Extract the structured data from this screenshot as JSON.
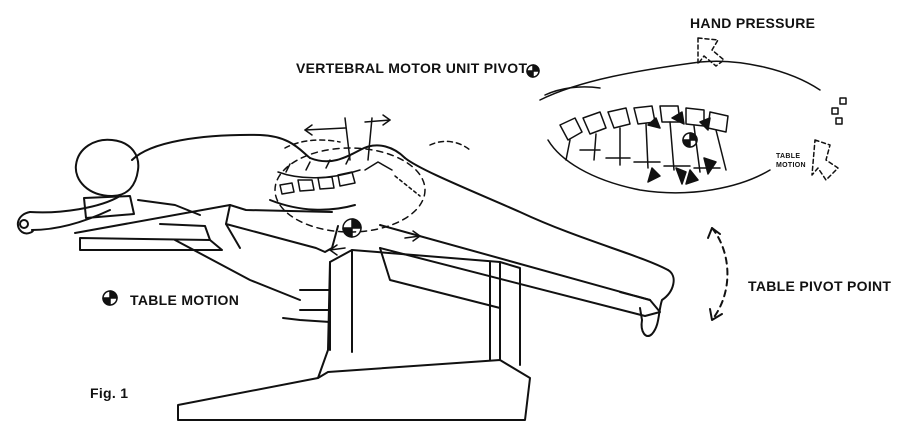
{
  "labels": {
    "hand_pressure": "HAND PRESSURE",
    "vertebral_motor_unit_pivot": "VERTEBRAL MOTOR UNIT PIVOT",
    "table_motion_small": "TABLE MOTION",
    "table_pivot_point": "TABLE PIVOT POINT",
    "table_motion": "TABLE MOTION",
    "figure_number": "Fig. 1"
  },
  "colors": {
    "ink": "#111111",
    "background": "#ffffff"
  },
  "icons": {
    "pivot_symbol": "quartered-circle-pivot-icon"
  }
}
